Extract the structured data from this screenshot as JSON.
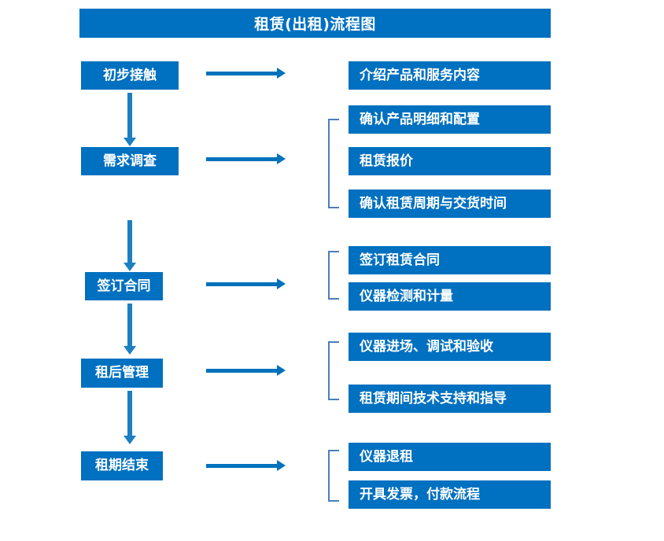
{
  "diagram": {
    "title": "租赁(出租)流程图",
    "accent_color": "#0070C0",
    "arrow_color": "#0072BC",
    "bracket_color": "#4A7EBB",
    "text_color": "#FFFFFF",
    "background_color": "#FFFFFF"
  },
  "stages": [
    {
      "id": "stage-1",
      "label": "初步接触"
    },
    {
      "id": "stage-2",
      "label": "需求调查"
    },
    {
      "id": "stage-3",
      "label": "签订合同"
    },
    {
      "id": "stage-4",
      "label": "租后管理"
    },
    {
      "id": "stage-5",
      "label": "租期结束"
    }
  ],
  "details": [
    {
      "id": "detail-1-1",
      "label": "介绍产品和服务内容"
    },
    {
      "id": "detail-2-1",
      "label": "确认产品明细和配置"
    },
    {
      "id": "detail-2-2",
      "label": "租赁报价"
    },
    {
      "id": "detail-2-3",
      "label": "确认租赁周期与交货时间"
    },
    {
      "id": "detail-3-1",
      "label": "签订租赁合同"
    },
    {
      "id": "detail-3-2",
      "label": "仪器检测和计量"
    },
    {
      "id": "detail-4-1",
      "label": "仪器进场、调试和验收"
    },
    {
      "id": "detail-4-2",
      "label": "租赁期间技术支持和指导"
    },
    {
      "id": "detail-5-1",
      "label": "仪器退租"
    },
    {
      "id": "detail-5-2",
      "label": "开具发票，付款流程"
    }
  ]
}
